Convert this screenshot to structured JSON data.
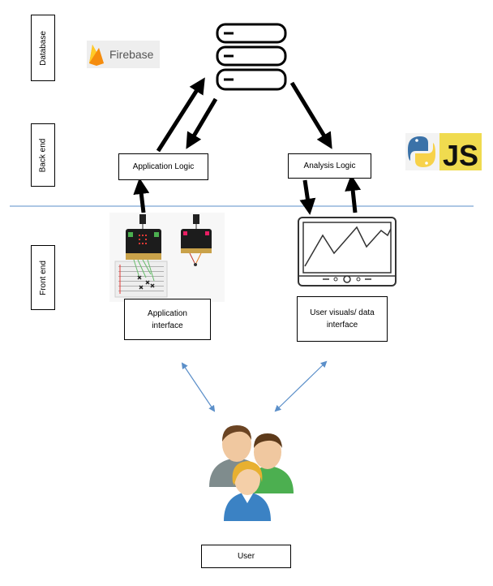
{
  "layers": {
    "database": "Database",
    "backend": "Back end",
    "frontend": "Front end"
  },
  "logos": {
    "firebase": "Firebase",
    "js": "JS"
  },
  "boxes": {
    "application_logic": "Application Logic",
    "analysis_logic": "Analysis Logic",
    "application_interface_line1": "Application",
    "application_interface_line2": "interface",
    "user_visuals_line1": "User visuals/ data",
    "user_visuals_line2": "interface",
    "user": "User"
  },
  "colors": {
    "divider": "#5b8fc9",
    "user_arrows": "#5b8fc9",
    "firebase_orange": "#f5a623",
    "python_blue": "#3b72a8",
    "python_yellow": "#f7d24a",
    "js_yellow": "#f0db4f"
  }
}
